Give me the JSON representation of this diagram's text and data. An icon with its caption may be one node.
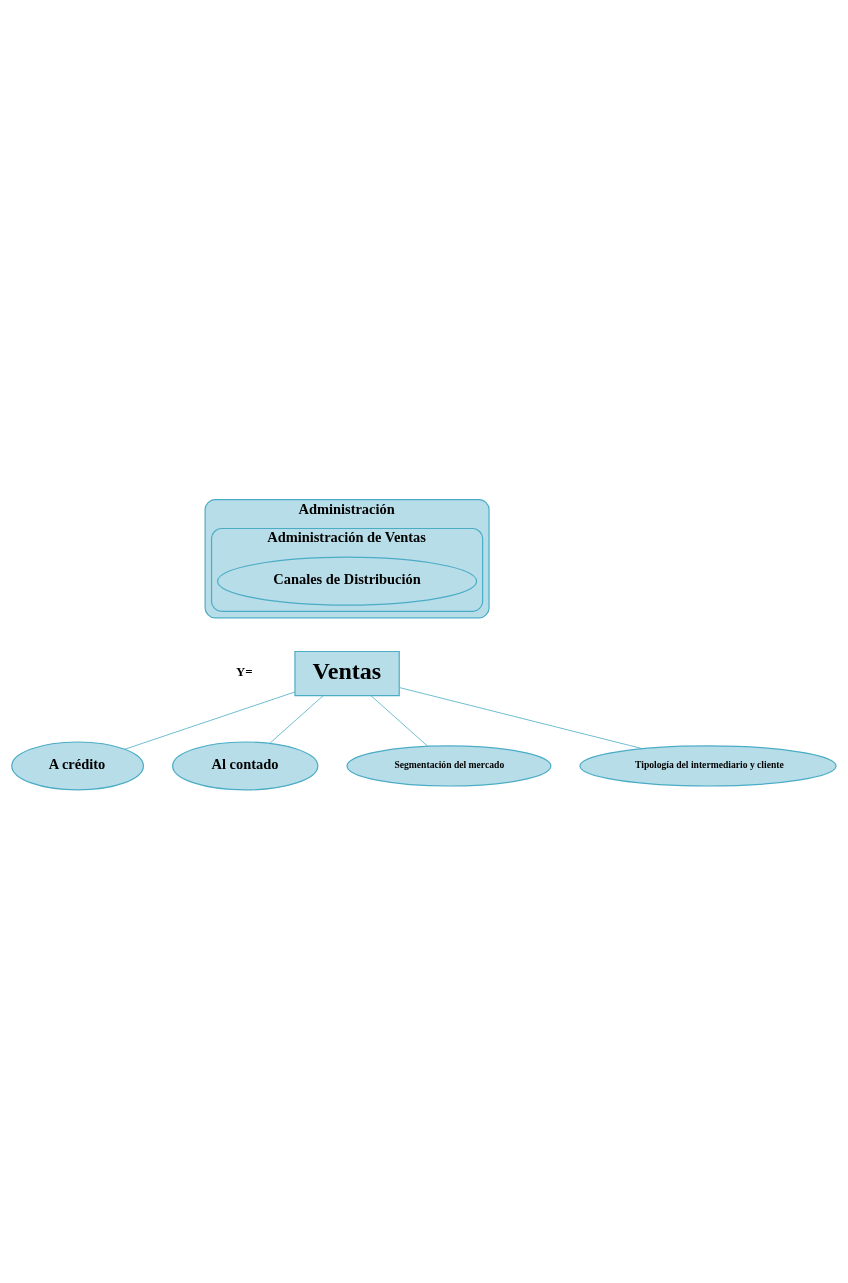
{
  "diagram": {
    "nodes": [
      {
        "text": [
          "Administración"
        ]
      },
      {
        "text": [
          "Administración de Ventas"
        ],
        "in": 0
      },
      {
        "text": [
          "Canales de Distribución"
        ],
        "in": 1
      },
      {
        "text": [
          "Ventas"
        ]
      },
      {
        "text": [
          "A crédito"
        ]
      },
      {
        "text": [
          "Al contado"
        ]
      },
      {
        "text": [
          "Segmentación del mercado"
        ]
      },
      {
        "text": [
          "Tipología del intermediario y cliente"
        ]
      }
    ],
    "edges": [
      {
        "from": 3,
        "to": 4,
        "arrow": "none"
      },
      {
        "from": 3,
        "to": 5,
        "arrow": "none"
      },
      {
        "from": 3,
        "to": 6,
        "arrow": "none"
      },
      {
        "from": 3,
        "to": 7,
        "arrow": "none"
      }
    ],
    "labels": [
      "Y="
    ]
  }
}
